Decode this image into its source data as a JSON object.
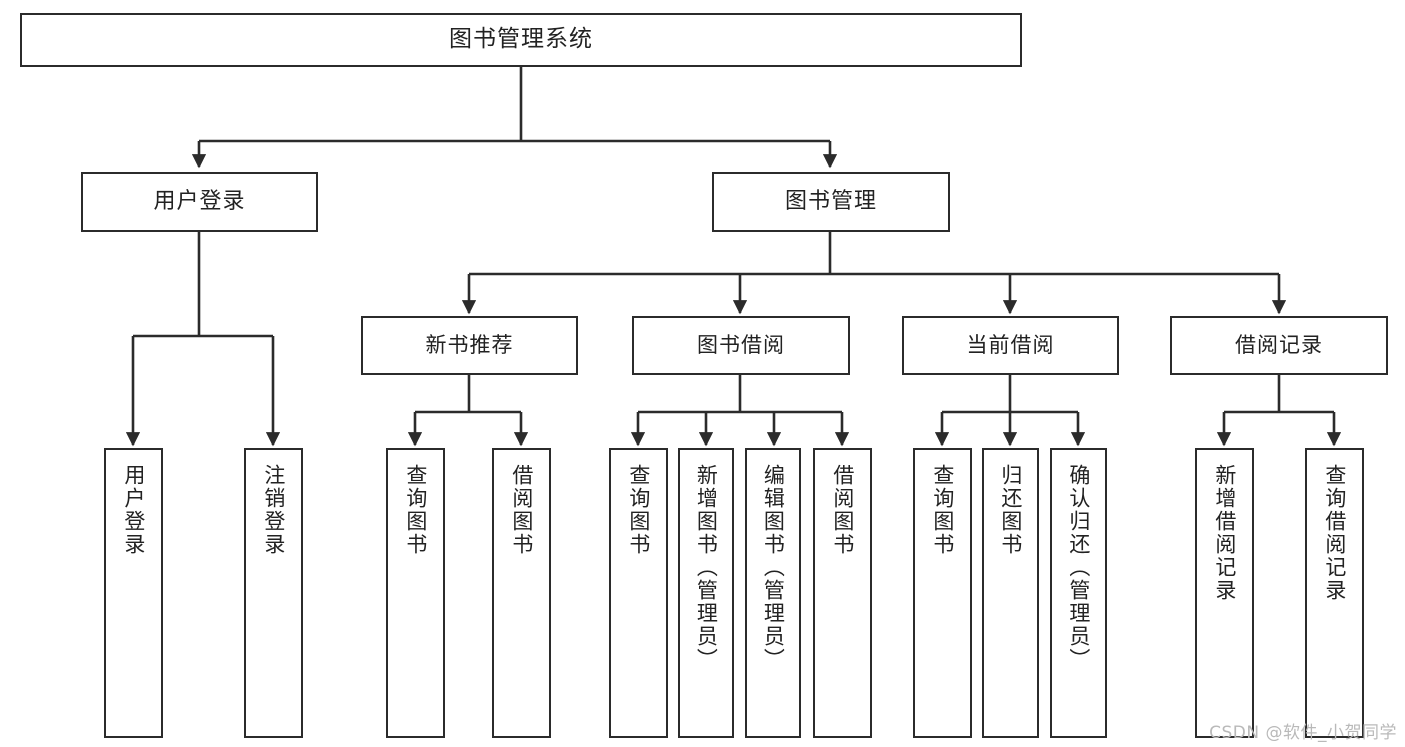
{
  "diagram": {
    "title": "图书管理系统",
    "type": "tree-hierarchy-chart",
    "watermark": "CSDN @软件_小贺同学",
    "colors": {
      "background": "#ffffff",
      "box_border": "#2b2b2b",
      "box_fill": "#ffffff",
      "edge": "#2b2b2b",
      "text": "#222222",
      "watermark": "#b9b9b9"
    },
    "nodes": {
      "root": {
        "label": "图书管理系统"
      },
      "level1": [
        {
          "id": "user-login",
          "label": "用户登录"
        },
        {
          "id": "book-manage",
          "label": "图书管理"
        }
      ],
      "level2": [
        {
          "id": "new-book-recommend",
          "label": "新书推荐"
        },
        {
          "id": "book-borrow",
          "label": "图书借阅"
        },
        {
          "id": "current-borrow",
          "label": "当前借阅"
        },
        {
          "id": "borrow-record",
          "label": "借阅记录"
        }
      ],
      "leaves": {
        "user_login": [
          {
            "id": "leaf-user-login",
            "label": "用户登录"
          },
          {
            "id": "leaf-logout-login",
            "label": "注销登录"
          }
        ],
        "new_book_recommend": [
          {
            "id": "leaf-query-book-1",
            "label": "查询图书"
          },
          {
            "id": "leaf-borrow-book-1",
            "label": "借阅图书"
          }
        ],
        "book_borrow": [
          {
            "id": "leaf-query-book-2",
            "label": "查询图书"
          },
          {
            "id": "leaf-add-book-admin",
            "label": "新增图书（管理员）"
          },
          {
            "id": "leaf-edit-book-admin",
            "label": "编辑图书（管理员）"
          },
          {
            "id": "leaf-borrow-book-2",
            "label": "借阅图书"
          }
        ],
        "current_borrow": [
          {
            "id": "leaf-query-book-3",
            "label": "查询图书"
          },
          {
            "id": "leaf-return-book",
            "label": "归还图书"
          },
          {
            "id": "leaf-confirm-return-admin",
            "label": "确认归还（管理员）"
          }
        ],
        "borrow_record": [
          {
            "id": "leaf-add-borrow-record",
            "label": "新增借阅记录"
          },
          {
            "id": "leaf-query-borrow-record",
            "label": "查询借阅记录"
          }
        ]
      }
    }
  }
}
